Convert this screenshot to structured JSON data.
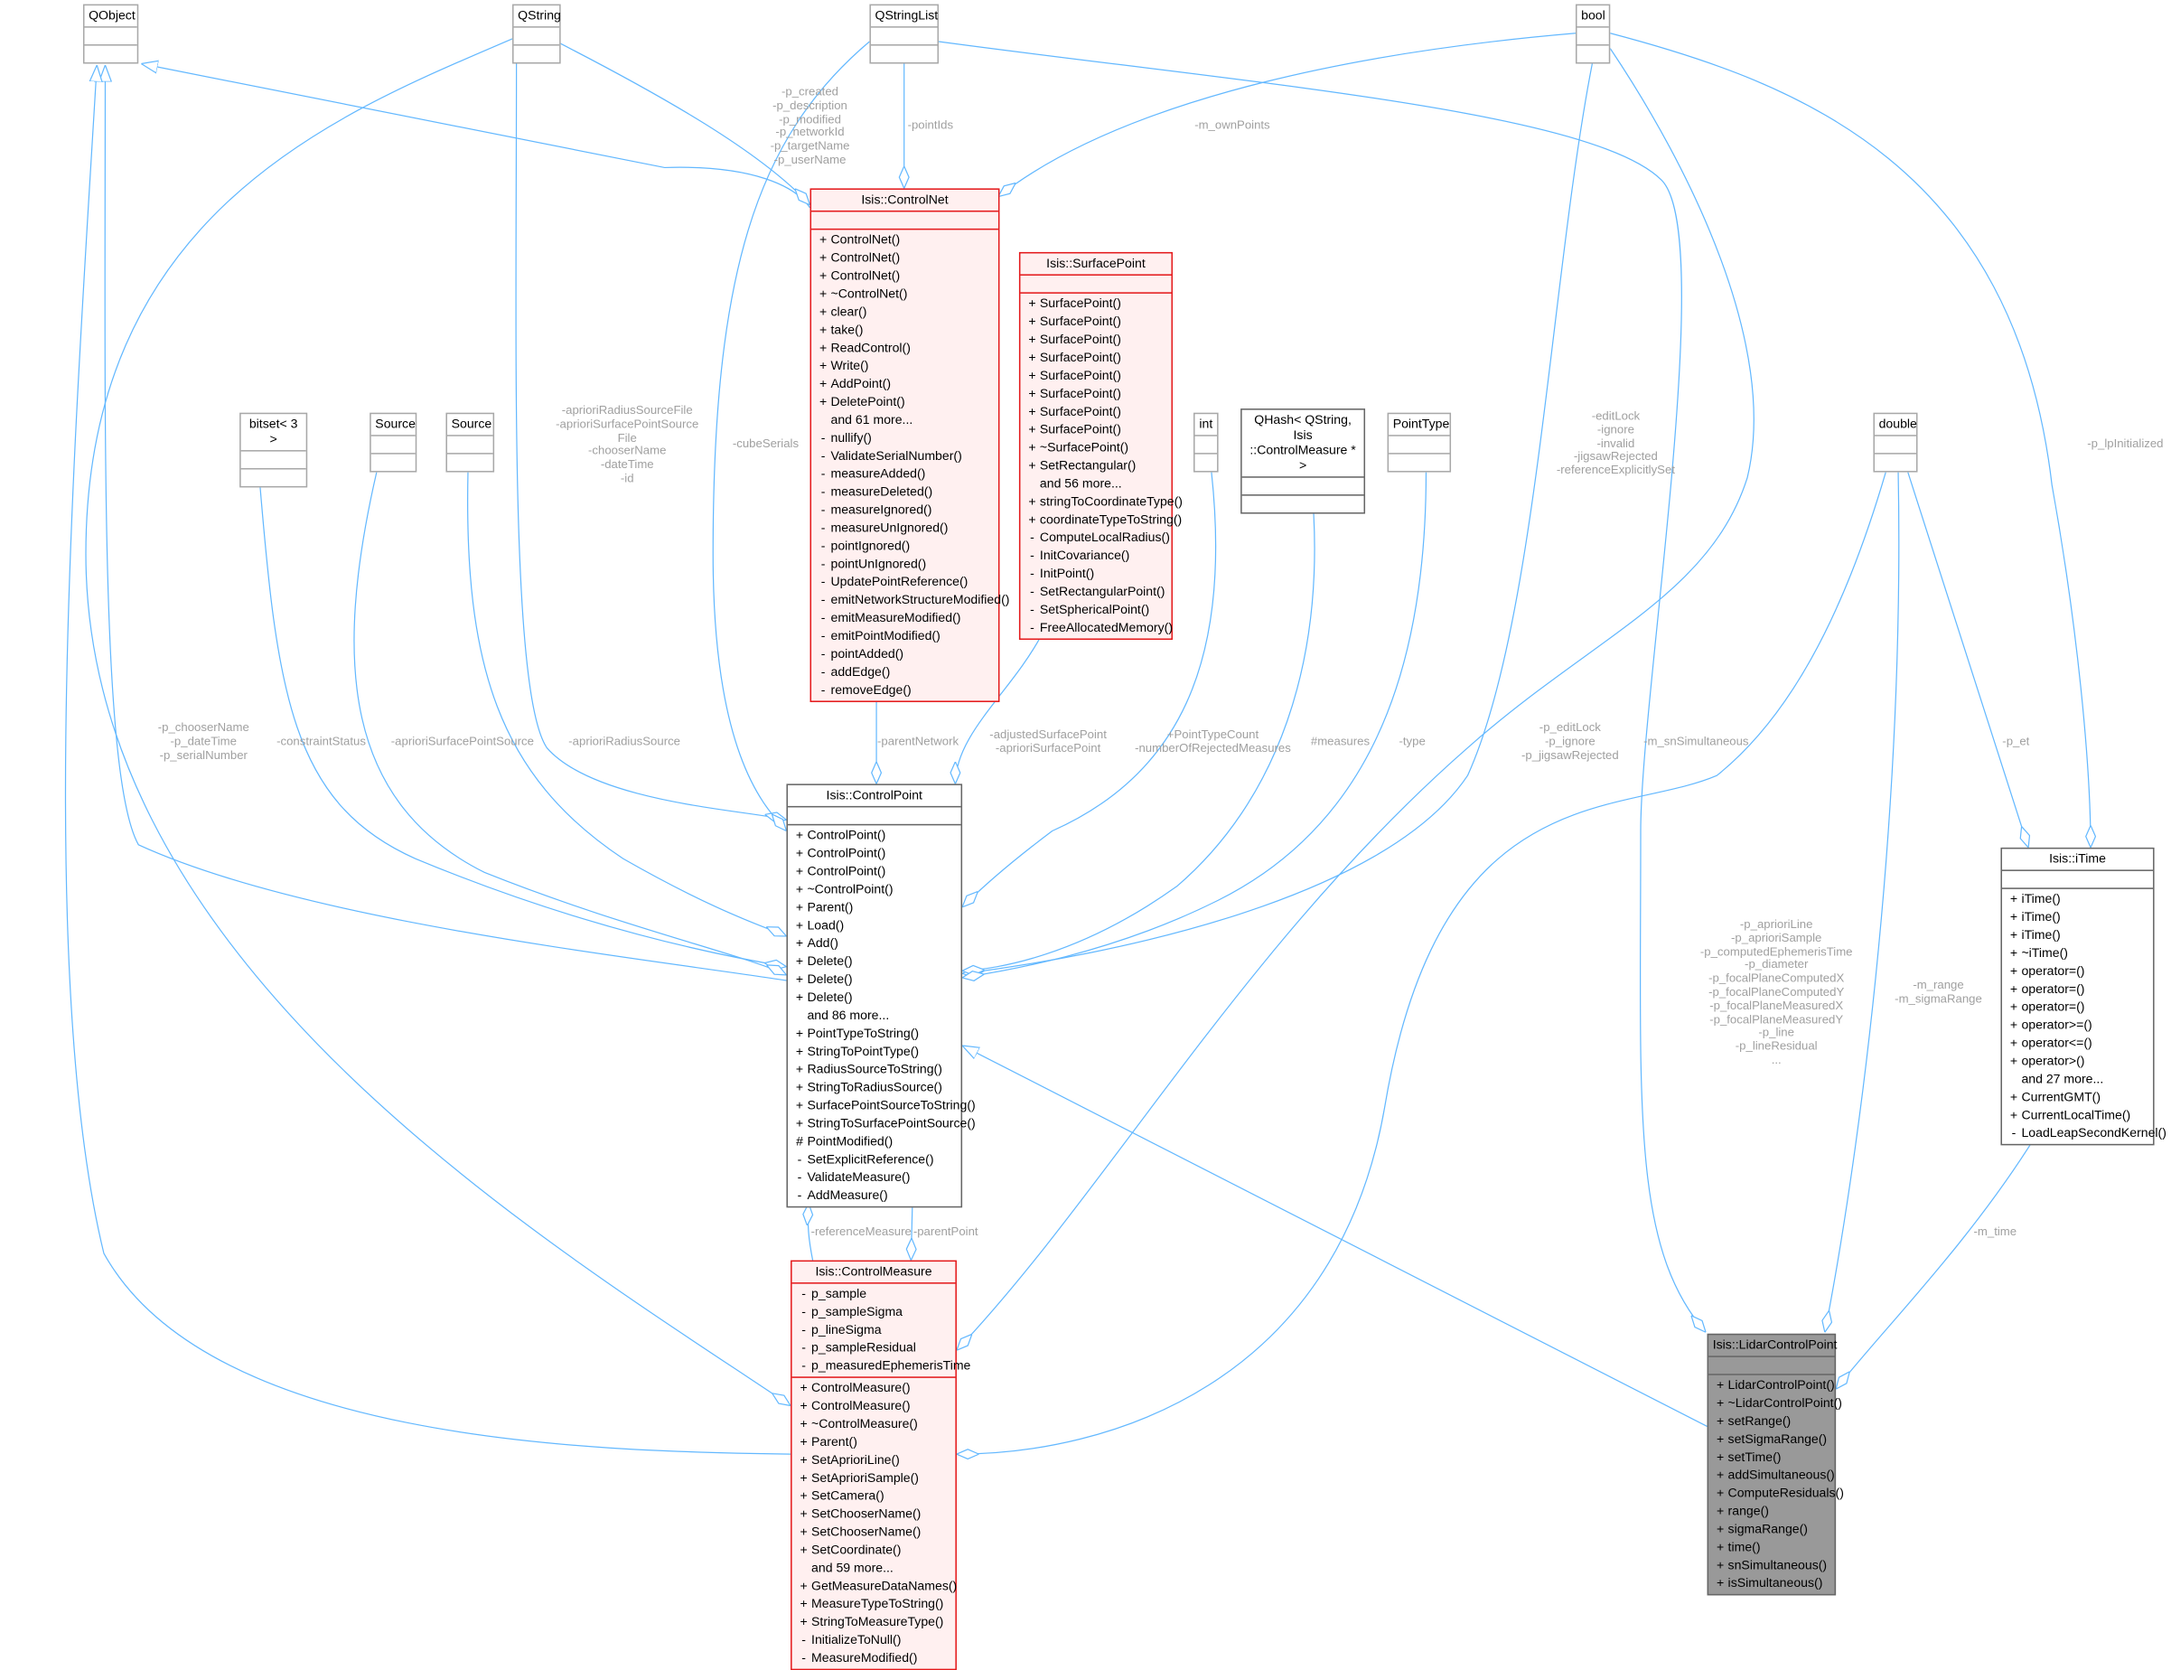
{
  "colors": {
    "edge": "#63b8ff",
    "label": "#a0a0a0",
    "related_border": "#e41a1c",
    "related_fill": "#fff0f0",
    "focus_fill": "#999999"
  },
  "classes": [
    {
      "key": "qobject",
      "name": "QObject",
      "style": "external",
      "attributes": [],
      "methods": []
    },
    {
      "key": "qstring",
      "name": "QString",
      "style": "external",
      "attributes": [],
      "methods": []
    },
    {
      "key": "qstringlist",
      "name": "QStringList",
      "style": "external",
      "attributes": [],
      "methods": []
    },
    {
      "key": "bool",
      "name": "bool",
      "style": "external",
      "attributes": [],
      "methods": []
    },
    {
      "key": "controlnet",
      "name": "Isis::ControlNet",
      "style": "related",
      "attributes": [],
      "methods": [
        {
          "vis": "+",
          "name": "ControlNet()"
        },
        {
          "vis": "+",
          "name": "ControlNet()"
        },
        {
          "vis": "+",
          "name": "ControlNet()"
        },
        {
          "vis": "+",
          "name": "~ControlNet()"
        },
        {
          "vis": "+",
          "name": "clear()"
        },
        {
          "vis": "+",
          "name": "take()"
        },
        {
          "vis": "+",
          "name": "ReadControl()"
        },
        {
          "vis": "+",
          "name": "Write()"
        },
        {
          "vis": "+",
          "name": "AddPoint()"
        },
        {
          "vis": "+",
          "name": "DeletePoint()"
        },
        {
          "vis": "",
          "name": "and 61 more..."
        },
        {
          "vis": "-",
          "name": "nullify()"
        },
        {
          "vis": "-",
          "name": "ValidateSerialNumber()"
        },
        {
          "vis": "-",
          "name": "measureAdded()"
        },
        {
          "vis": "-",
          "name": "measureDeleted()"
        },
        {
          "vis": "-",
          "name": "measureIgnored()"
        },
        {
          "vis": "-",
          "name": "measureUnIgnored()"
        },
        {
          "vis": "-",
          "name": "pointIgnored()"
        },
        {
          "vis": "-",
          "name": "pointUnIgnored()"
        },
        {
          "vis": "-",
          "name": "UpdatePointReference()"
        },
        {
          "vis": "-",
          "name": "emitNetworkStructureModified()"
        },
        {
          "vis": "-",
          "name": "emitMeasureModified()"
        },
        {
          "vis": "-",
          "name": "emitPointModified()"
        },
        {
          "vis": "-",
          "name": "pointAdded()"
        },
        {
          "vis": "-",
          "name": "addEdge()"
        },
        {
          "vis": "-",
          "name": "removeEdge()"
        }
      ]
    },
    {
      "key": "surfacepoint",
      "name": "Isis::SurfacePoint",
      "style": "related",
      "attributes": [],
      "methods": [
        {
          "vis": "+",
          "name": "SurfacePoint()"
        },
        {
          "vis": "+",
          "name": "SurfacePoint()"
        },
        {
          "vis": "+",
          "name": "SurfacePoint()"
        },
        {
          "vis": "+",
          "name": "SurfacePoint()"
        },
        {
          "vis": "+",
          "name": "SurfacePoint()"
        },
        {
          "vis": "+",
          "name": "SurfacePoint()"
        },
        {
          "vis": "+",
          "name": "SurfacePoint()"
        },
        {
          "vis": "+",
          "name": "SurfacePoint()"
        },
        {
          "vis": "+",
          "name": "~SurfacePoint()"
        },
        {
          "vis": "+",
          "name": "SetRectangular()"
        },
        {
          "vis": "",
          "name": "and 56 more..."
        },
        {
          "vis": "+",
          "name": "stringToCoordinateType()"
        },
        {
          "vis": "+",
          "name": "coordinateTypeToString()"
        },
        {
          "vis": "-",
          "name": "ComputeLocalRadius()"
        },
        {
          "vis": "-",
          "name": "InitCovariance()"
        },
        {
          "vis": "-",
          "name": "InitPoint()"
        },
        {
          "vis": "-",
          "name": "SetRectangularPoint()"
        },
        {
          "vis": "-",
          "name": "SetSphericalPoint()"
        },
        {
          "vis": "-",
          "name": "FreeAllocatedMemory()"
        }
      ]
    },
    {
      "key": "bitset",
      "name": "bitset< 3 >",
      "style": "external",
      "attributes": [],
      "methods": []
    },
    {
      "key": "source1",
      "name": "Source",
      "style": "external",
      "attributes": [],
      "methods": []
    },
    {
      "key": "source2",
      "name": "Source",
      "style": "external",
      "attributes": [],
      "methods": []
    },
    {
      "key": "int",
      "name": "int",
      "style": "external",
      "attributes": [],
      "methods": []
    },
    {
      "key": "qhash",
      "name": "QHash< QString, Isis\n::ControlMeasure * >",
      "style": "main",
      "attributes": [],
      "methods": []
    },
    {
      "key": "pointtype",
      "name": "PointType",
      "style": "external",
      "attributes": [],
      "methods": []
    },
    {
      "key": "double",
      "name": "double",
      "style": "external",
      "attributes": [],
      "methods": []
    },
    {
      "key": "controlpoint",
      "name": "Isis::ControlPoint",
      "style": "main",
      "attributes": [],
      "methods": [
        {
          "vis": "+",
          "name": "ControlPoint()"
        },
        {
          "vis": "+",
          "name": "ControlPoint()"
        },
        {
          "vis": "+",
          "name": "ControlPoint()"
        },
        {
          "vis": "+",
          "name": "~ControlPoint()"
        },
        {
          "vis": "+",
          "name": "Parent()"
        },
        {
          "vis": "+",
          "name": "Load()"
        },
        {
          "vis": "+",
          "name": "Add()"
        },
        {
          "vis": "+",
          "name": "Delete()"
        },
        {
          "vis": "+",
          "name": "Delete()"
        },
        {
          "vis": "+",
          "name": "Delete()"
        },
        {
          "vis": "",
          "name": "and 86 more..."
        },
        {
          "vis": "+",
          "name": "PointTypeToString()"
        },
        {
          "vis": "+",
          "name": "StringToPointType()"
        },
        {
          "vis": "+",
          "name": "RadiusSourceToString()"
        },
        {
          "vis": "+",
          "name": "StringToRadiusSource()"
        },
        {
          "vis": "+",
          "name": "SurfacePointSourceToString()"
        },
        {
          "vis": "+",
          "name": "StringToSurfacePointSource()"
        },
        {
          "vis": "#",
          "name": "PointModified()"
        },
        {
          "vis": "-",
          "name": "SetExplicitReference()"
        },
        {
          "vis": "-",
          "name": "ValidateMeasure()"
        },
        {
          "vis": "-",
          "name": "AddMeasure()"
        }
      ]
    },
    {
      "key": "controlmeasure",
      "name": "Isis::ControlMeasure",
      "style": "related",
      "attributes": [
        {
          "vis": "-",
          "name": "p_sample"
        },
        {
          "vis": "-",
          "name": "p_sampleSigma"
        },
        {
          "vis": "-",
          "name": "p_lineSigma"
        },
        {
          "vis": "-",
          "name": "p_sampleResidual"
        },
        {
          "vis": "-",
          "name": "p_measuredEphemerisTime"
        }
      ],
      "methods": [
        {
          "vis": "+",
          "name": "ControlMeasure()"
        },
        {
          "vis": "+",
          "name": "ControlMeasure()"
        },
        {
          "vis": "+",
          "name": "~ControlMeasure()"
        },
        {
          "vis": "+",
          "name": "Parent()"
        },
        {
          "vis": "+",
          "name": "SetAprioriLine()"
        },
        {
          "vis": "+",
          "name": "SetAprioriSample()"
        },
        {
          "vis": "+",
          "name": "SetCamera()"
        },
        {
          "vis": "+",
          "name": "SetChooserName()"
        },
        {
          "vis": "+",
          "name": "SetChooserName()"
        },
        {
          "vis": "+",
          "name": "SetCoordinate()"
        },
        {
          "vis": "",
          "name": "and 59 more..."
        },
        {
          "vis": "+",
          "name": "GetMeasureDataNames()"
        },
        {
          "vis": "+",
          "name": "MeasureTypeToString()"
        },
        {
          "vis": "+",
          "name": "StringToMeasureType()"
        },
        {
          "vis": "-",
          "name": "InitializeToNull()"
        },
        {
          "vis": "-",
          "name": "MeasureModified()"
        }
      ]
    },
    {
      "key": "itime",
      "name": "Isis::iTime",
      "style": "main",
      "attributes": [],
      "methods": [
        {
          "vis": "+",
          "name": "iTime()"
        },
        {
          "vis": "+",
          "name": "iTime()"
        },
        {
          "vis": "+",
          "name": "iTime()"
        },
        {
          "vis": "+",
          "name": "~iTime()"
        },
        {
          "vis": "+",
          "name": "operator=()"
        },
        {
          "vis": "+",
          "name": "operator=()"
        },
        {
          "vis": "+",
          "name": "operator=()"
        },
        {
          "vis": "+",
          "name": "operator>=()"
        },
        {
          "vis": "+",
          "name": "operator<=()"
        },
        {
          "vis": "+",
          "name": "operator>()"
        },
        {
          "vis": "",
          "name": "and 27 more..."
        },
        {
          "vis": "+",
          "name": "CurrentGMT()"
        },
        {
          "vis": "+",
          "name": "CurrentLocalTime()"
        },
        {
          "vis": "-",
          "name": "LoadLeapSecondKernel()"
        }
      ]
    },
    {
      "key": "lidar",
      "name": "Isis::LidarControlPoint",
      "style": "focus",
      "attributes": [],
      "methods": [
        {
          "vis": "+",
          "name": "LidarControlPoint()"
        },
        {
          "vis": "+",
          "name": "~LidarControlPoint()"
        },
        {
          "vis": "+",
          "name": "setRange()"
        },
        {
          "vis": "+",
          "name": "setSigmaRange()"
        },
        {
          "vis": "+",
          "name": "setTime()"
        },
        {
          "vis": "+",
          "name": "addSimultaneous()"
        },
        {
          "vis": "+",
          "name": "ComputeResiduals()"
        },
        {
          "vis": "+",
          "name": "range()"
        },
        {
          "vis": "+",
          "name": "sigmaRange()"
        },
        {
          "vis": "+",
          "name": "time()"
        },
        {
          "vis": "+",
          "name": "snSimultaneous()"
        },
        {
          "vis": "+",
          "name": "isSimultaneous()"
        }
      ]
    }
  ],
  "edge_labels": [
    {
      "key": "cn_strings",
      "lines": [
        "-p_created",
        "-p_description",
        "-p_modified",
        "-p_networkId",
        "-p_targetName",
        "-p_userName"
      ]
    },
    {
      "key": "pointIds",
      "lines": [
        "-pointIds"
      ]
    },
    {
      "key": "ownPoints",
      "lines": [
        "-m_ownPoints"
      ]
    },
    {
      "key": "cp_strings",
      "lines": [
        "-aprioriRadiusSourceFile",
        "-aprioriSurfacePointSource",
        "File",
        "-chooserName",
        "-dateTime",
        "-id"
      ]
    },
    {
      "key": "cubeSerials",
      "lines": [
        "-cubeSerials"
      ]
    },
    {
      "key": "cp_bools",
      "lines": [
        "-editLock",
        "-ignore",
        "-invalid",
        "-jigsawRejected",
        "-referenceExplicitlySet"
      ]
    },
    {
      "key": "lpInit",
      "lines": [
        "-p_lpInitialized"
      ]
    },
    {
      "key": "cm_strings",
      "lines": [
        "-p_chooserName",
        "-p_dateTime",
        "-p_serialNumber"
      ]
    },
    {
      "key": "constraint",
      "lines": [
        "-constraintStatus"
      ]
    },
    {
      "key": "spSource",
      "lines": [
        "-aprioriSurfacePointSource"
      ]
    },
    {
      "key": "radSource",
      "lines": [
        "-aprioriRadiusSource"
      ]
    },
    {
      "key": "parentNetwork",
      "lines": [
        "-parentNetwork"
      ]
    },
    {
      "key": "adjSP",
      "lines": [
        "-adjustedSurfacePoint",
        "-aprioriSurfacePoint"
      ]
    },
    {
      "key": "ints",
      "lines": [
        "+PointTypeCount",
        "-numberOfRejectedMeasures"
      ]
    },
    {
      "key": "measures",
      "lines": [
        "#measures"
      ]
    },
    {
      "key": "type",
      "lines": [
        "-type"
      ]
    },
    {
      "key": "cm_bools",
      "lines": [
        "-p_editLock",
        "-p_ignore",
        "-p_jigsawRejected"
      ]
    },
    {
      "key": "snSim",
      "lines": [
        "-m_snSimultaneous"
      ]
    },
    {
      "key": "pet",
      "lines": [
        "-p_et"
      ]
    },
    {
      "key": "cm_doubles",
      "lines": [
        "-p_aprioriLine",
        "-p_aprioriSample",
        "-p_computedEphemerisTime",
        "-p_diameter",
        "-p_focalPlaneComputedX",
        "-p_focalPlaneComputedY",
        "-p_focalPlaneMeasuredX",
        "-p_focalPlaneMeasuredY",
        "-p_line",
        "-p_lineResidual",
        "..."
      ]
    },
    {
      "key": "range",
      "lines": [
        "-m_range",
        "-m_sigmaRange"
      ]
    },
    {
      "key": "refMeasure",
      "lines": [
        "-referenceMeasure"
      ]
    },
    {
      "key": "parentPoint",
      "lines": [
        "-parentPoint"
      ]
    },
    {
      "key": "mtime",
      "lines": [
        "-m_time"
      ]
    }
  ]
}
